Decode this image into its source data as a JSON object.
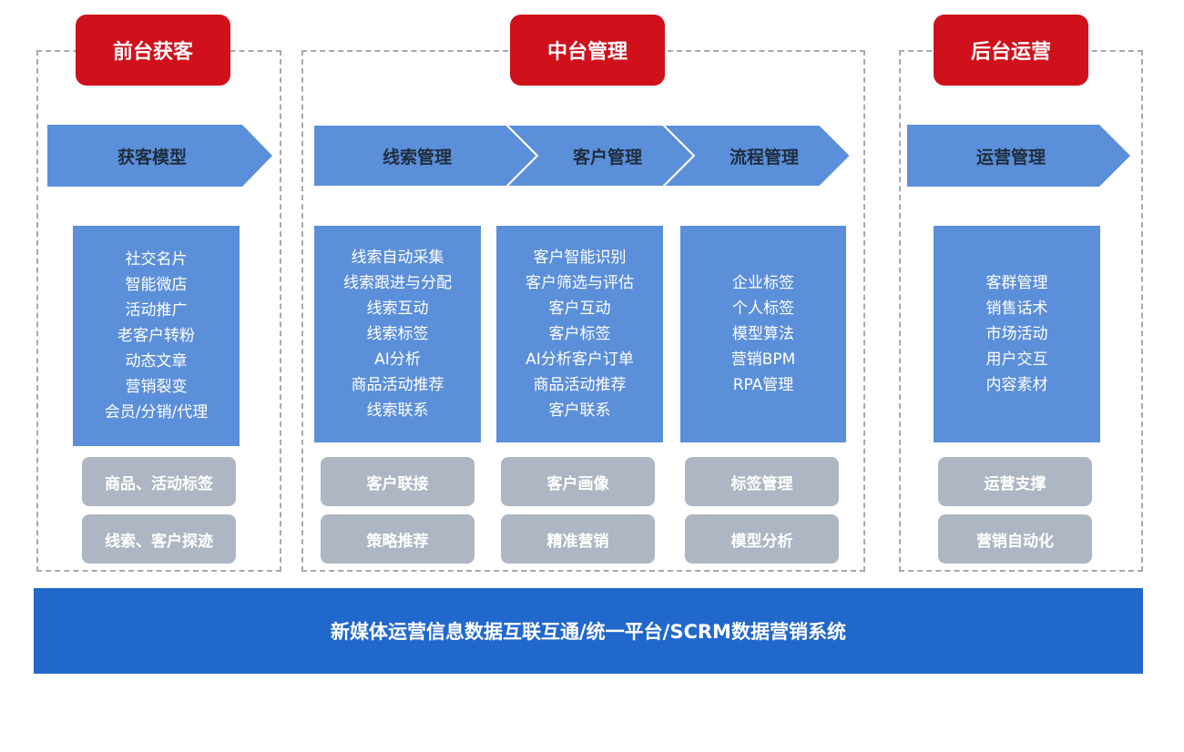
{
  "sections": {
    "front": {
      "tag": "前台获客",
      "arrow": "获客模型",
      "box": [
        "社交名片",
        "智能微店",
        "活动推广",
        "老客户转粉",
        "动态文章",
        "营销裂变",
        "会员/分销/代理"
      ],
      "pills": [
        "商品、活动标签",
        "线索、客户探迹"
      ]
    },
    "middle": {
      "tag": "中台管理",
      "arrows": [
        "线索管理",
        "客户管理",
        "流程管理"
      ],
      "boxes": [
        [
          "线索自动采集",
          "线索跟进与分配",
          "线索互动",
          "线索标签",
          "AI分析",
          "商品活动推荐",
          "线索联系"
        ],
        [
          "客户智能识别",
          "客户筛选与评估",
          "客户互动",
          "客户标签",
          "AI分析客户订单",
          "商品活动推荐",
          "客户联系"
        ],
        [
          "企业标签",
          "个人标签",
          "模型算法",
          "营销BPM",
          "RPA管理"
        ]
      ],
      "pills": [
        [
          "客户联接",
          "策略推荐"
        ],
        [
          "客户画像",
          "精准营销"
        ],
        [
          "标签管理",
          "模型分析"
        ]
      ]
    },
    "back": {
      "tag": "后台运营",
      "arrow": "运营管理",
      "box": [
        "客群管理",
        "销售话术",
        "市场活动",
        "用户交互",
        "内容素材"
      ],
      "pills": [
        "运营支撑",
        "营销自动化"
      ]
    }
  },
  "footer": "新媒体运营信息数据互联互通/统一平台/SCRM数据营销系统",
  "colors": {
    "tag": "#d0101b",
    "arrow": "#5b8fd9",
    "box": "#5b8fd9",
    "pill": "#aeb6c3",
    "footer": "#2168cc"
  }
}
